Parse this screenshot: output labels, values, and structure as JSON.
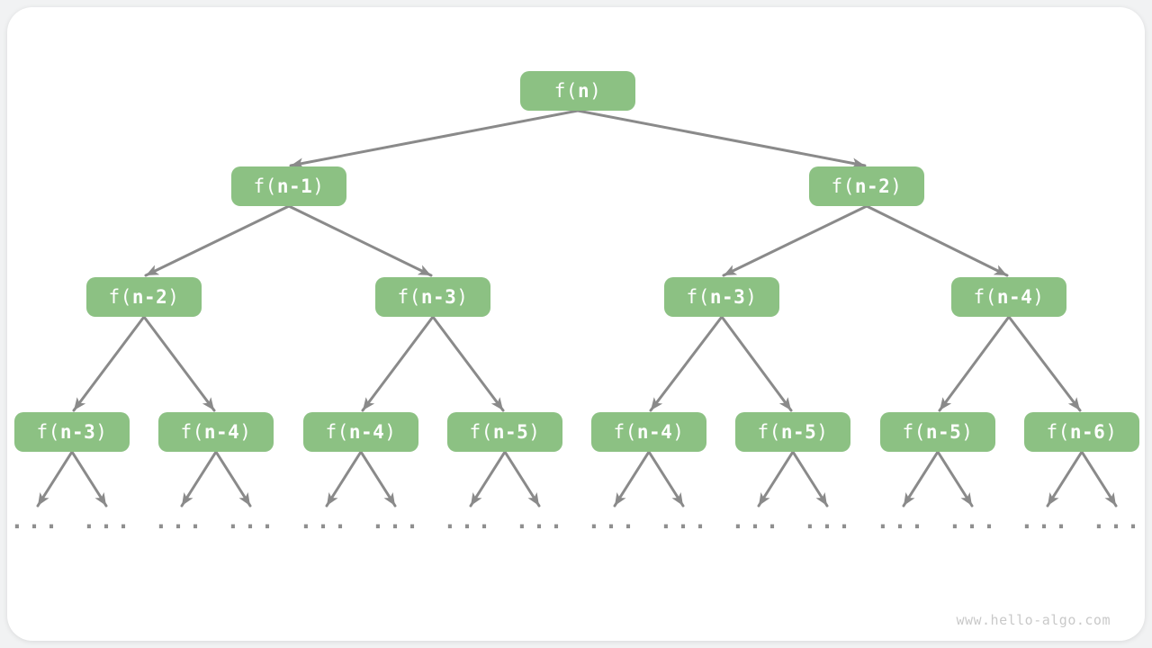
{
  "tree": {
    "node_color": "#8cc183",
    "node_text_color": "#ffffff",
    "arrow_color": "#8a8a8a",
    "ellipsis": "...",
    "levels": [
      {
        "nodes": [
          {
            "prefix": "f(",
            "arg": "n",
            "suffix": ")"
          }
        ]
      },
      {
        "nodes": [
          {
            "prefix": "f(",
            "arg": "n-1",
            "suffix": ")"
          },
          {
            "prefix": "f(",
            "arg": "n-2",
            "suffix": ")"
          }
        ]
      },
      {
        "nodes": [
          {
            "prefix": "f(",
            "arg": "n-2",
            "suffix": ")"
          },
          {
            "prefix": "f(",
            "arg": "n-3",
            "suffix": ")"
          },
          {
            "prefix": "f(",
            "arg": "n-3",
            "suffix": ")"
          },
          {
            "prefix": "f(",
            "arg": "n-4",
            "suffix": ")"
          }
        ]
      },
      {
        "nodes": [
          {
            "prefix": "f(",
            "arg": "n-3",
            "suffix": ")"
          },
          {
            "prefix": "f(",
            "arg": "n-4",
            "suffix": ")"
          },
          {
            "prefix": "f(",
            "arg": "n-4",
            "suffix": ")"
          },
          {
            "prefix": "f(",
            "arg": "n-5",
            "suffix": ")"
          },
          {
            "prefix": "f(",
            "arg": "n-4",
            "suffix": ")"
          },
          {
            "prefix": "f(",
            "arg": "n-5",
            "suffix": ")"
          },
          {
            "prefix": "f(",
            "arg": "n-5",
            "suffix": ")"
          },
          {
            "prefix": "f(",
            "arg": "n-6",
            "suffix": ")"
          }
        ]
      }
    ]
  },
  "watermark": "www.hello-algo.com"
}
